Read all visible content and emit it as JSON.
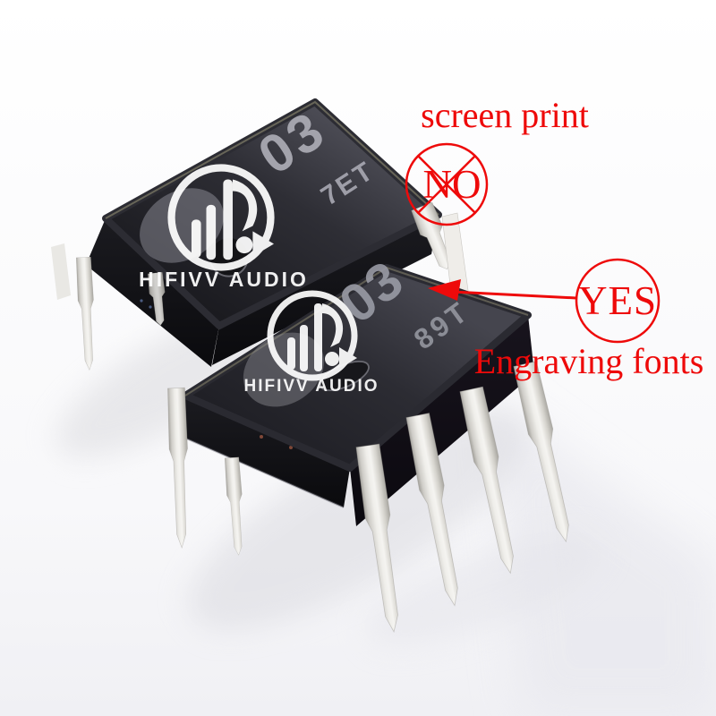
{
  "scene": {
    "description": "Product photo of two DIP-8 IC chips comparing screen printed vs engraved markings",
    "background_color": "#f4f4f7",
    "annotation_color": "#ee0a0a",
    "watermark_color": "#ffffff",
    "chip_body_color": "#26262c",
    "chip_marking_color": "#a5a6af",
    "pin_color": "#d8d6d1"
  },
  "annotations": {
    "screen_print": {
      "label": "screen print"
    },
    "no_stamp": {
      "label": "NO"
    },
    "yes_stamp": {
      "label": "YES"
    },
    "engraving": {
      "label": "Engraving fonts"
    }
  },
  "watermark": {
    "brand": "HIFIVV AUDIO"
  },
  "chips": {
    "back_chip": {
      "marking_large": "03",
      "marking_small": "7ET"
    },
    "front_chip": {
      "marking_large": "03",
      "marking_small": "89T"
    }
  }
}
